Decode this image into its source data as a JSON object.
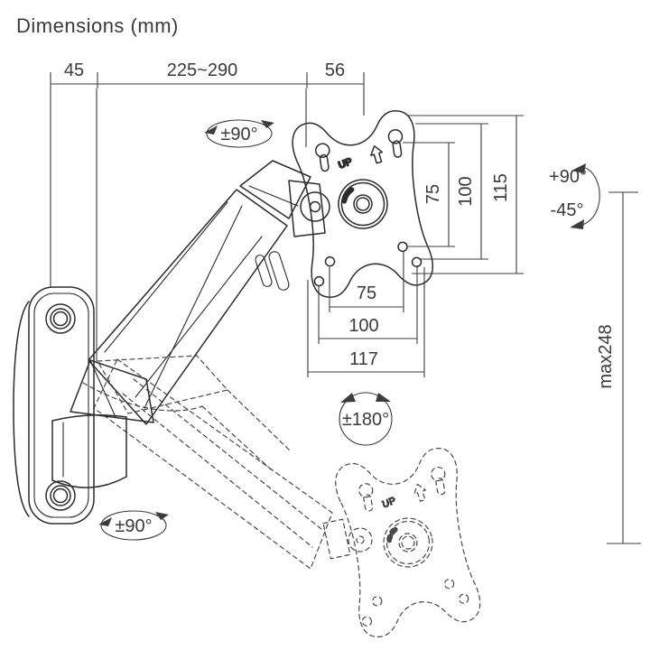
{
  "title": "Dimensions (mm)",
  "colors": {
    "ink": "#2c2c2c",
    "dim_ink": "#3c3c3c",
    "background": "#ffffff"
  },
  "drawing": {
    "subject": "gas-spring wall-mount monitor arm, side view, extended (solid) and lowered (dashed) positions",
    "plate_marking": "UP"
  },
  "dimensions": {
    "wall_offset": "45",
    "arm_reach_range": "225~290",
    "head_depth": "56",
    "vesa_vertical_75": "75",
    "vesa_vertical_100": "100",
    "plate_height": "115",
    "vesa_horizontal_75": "75",
    "vesa_horizontal_100": "100",
    "plate_width": "117",
    "max_drop": "max248"
  },
  "rotations": {
    "head_swivel": "±90°",
    "tilt_up": "+90°",
    "tilt_down": "-45°",
    "plate_rotate": "±180°",
    "base_swivel": "±90°"
  }
}
